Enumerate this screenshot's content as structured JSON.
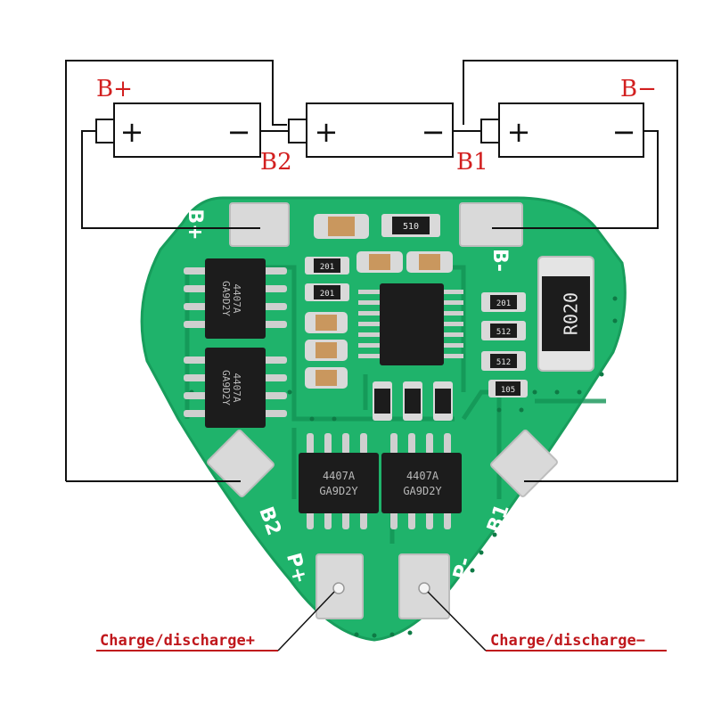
{
  "battery": {
    "cells": [
      {
        "plus": "+",
        "minus": "−"
      },
      {
        "plus": "+",
        "minus": "−"
      },
      {
        "plus": "+",
        "minus": "−"
      }
    ]
  },
  "terminals": {
    "b_plus": "B+",
    "b_minus": "B−",
    "b1": "B1",
    "b2": "B2"
  },
  "pcb": {
    "pad_b_plus": "B+",
    "pad_b_minus": "B-",
    "pad_b1": "B1",
    "pad_b2": "B2",
    "pad_p_plus": "P+",
    "pad_p_minus": "P-"
  },
  "chips": {
    "mosfet_part": "4407A",
    "mosfet_lot": "GA9D2Y",
    "resistor_main": "R020",
    "r_small_1": "201",
    "r_small_2": "512",
    "r_small_3": "105",
    "r_small_4": "510",
    "r_small_5": "512"
  },
  "callouts": {
    "charge_plus": "Charge/discharge+",
    "charge_minus": "Charge/discharge−"
  },
  "colors": {
    "pcb": "#1fb36b",
    "pcb_edge": "#189d5c",
    "trace": "#139455",
    "pad": "#d9d9d9",
    "wire": "#111111",
    "label_red": "#d21f1f",
    "callout_red": "#c0171c",
    "chip": "#1c1c1c"
  }
}
